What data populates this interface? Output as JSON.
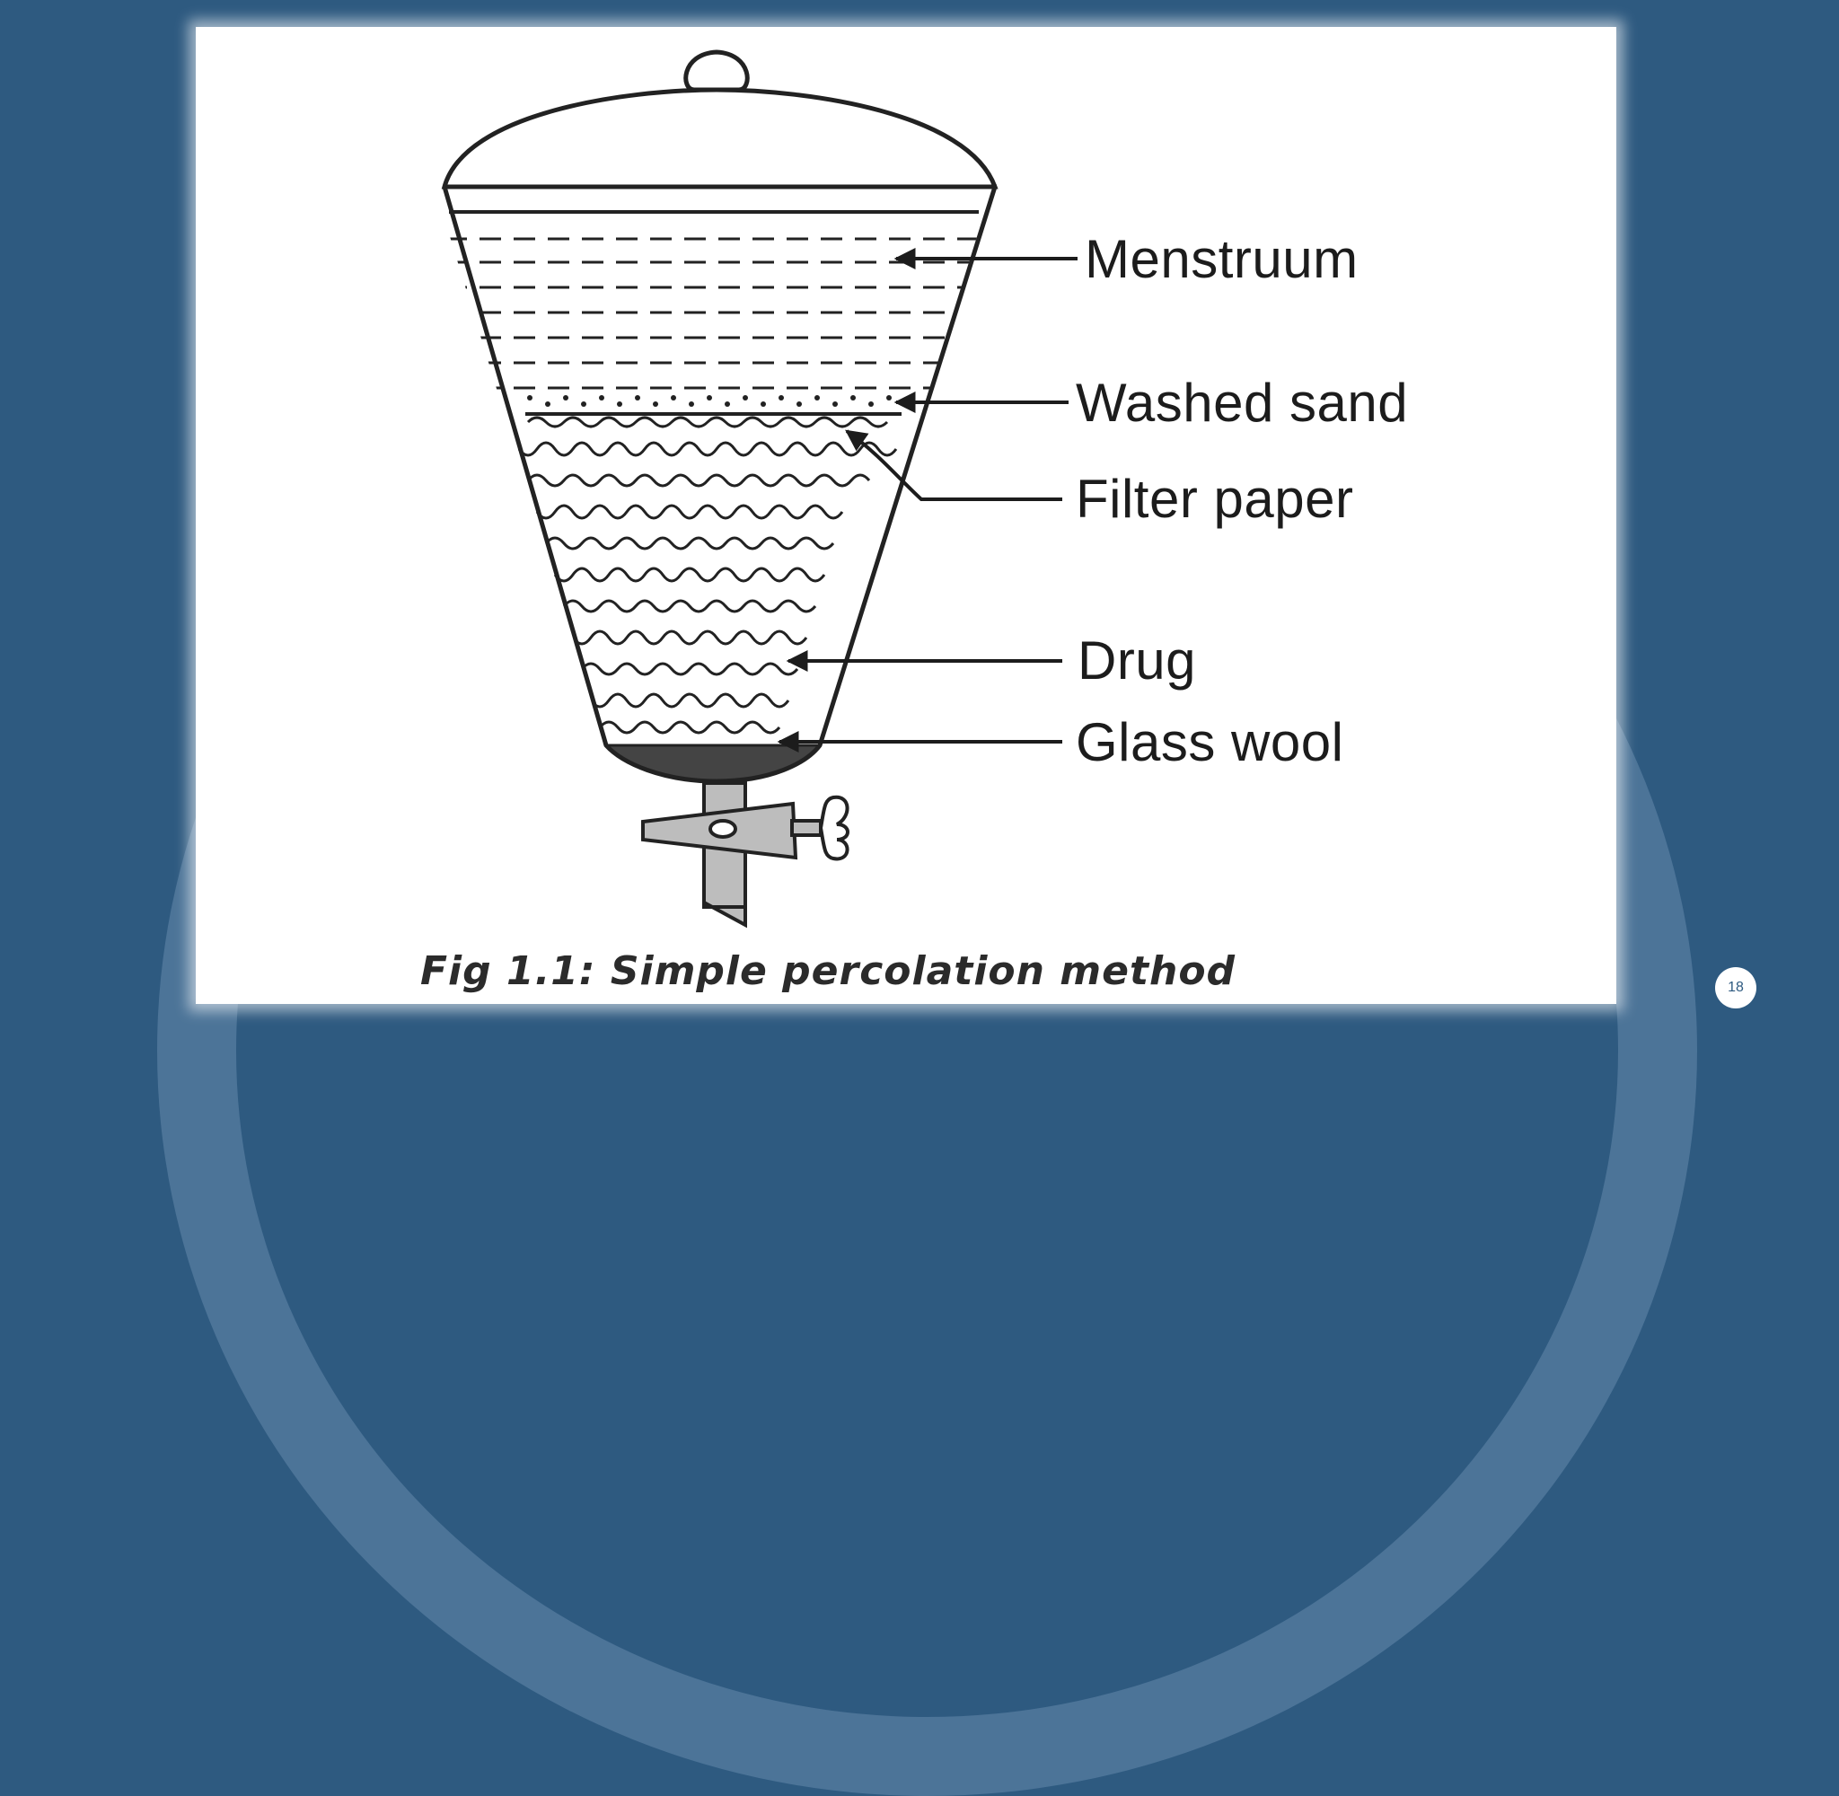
{
  "diagram": {
    "labels": {
      "menstruum": "Menstruum",
      "washed_sand": "Washed sand",
      "filter_paper": "Filter paper",
      "drug": "Drug",
      "glass_wool": "Glass wool"
    },
    "caption": "Fig 1.1: Simple percolation method"
  },
  "slide": {
    "page_number": "18",
    "background_color": "#2e5a80",
    "arc_color": "#4c7498"
  }
}
